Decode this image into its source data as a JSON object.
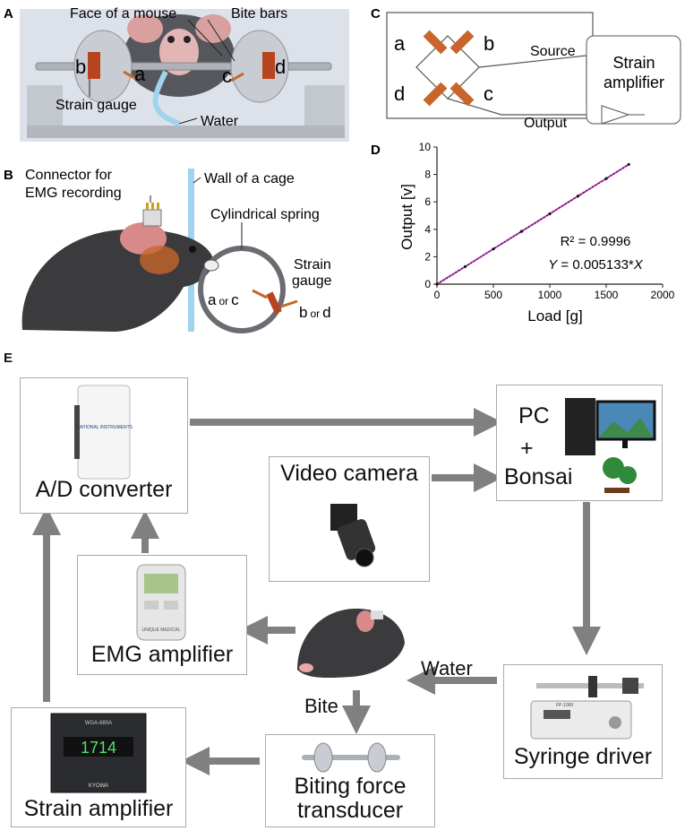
{
  "panels": {
    "a": "A",
    "b": "B",
    "c": "C",
    "d": "D",
    "e": "E"
  },
  "panel_a": {
    "face_label": "Face of a mouse",
    "bite_bars_label": "Bite bars",
    "strain_gauge_label": "Strain gauge",
    "water_label": "Water",
    "gauge_a": "a",
    "gauge_b": "b",
    "gauge_c": "c",
    "gauge_d": "d"
  },
  "panel_b": {
    "connector_line1": "Connector for",
    "connector_line2": "EMG recording",
    "wall_label": "Wall of a cage",
    "spring_label": "Cylindrical spring",
    "strain_line1": "Strain",
    "strain_line2": "gauge",
    "ac_a": "a",
    "ac_or": "or",
    "ac_c": "c",
    "bd_b": "b",
    "bd_or": "or",
    "bd_d": "d"
  },
  "panel_c": {
    "source_label": "Source",
    "output_label": "Output",
    "amp_line1": "Strain",
    "amp_line2": "amplifier",
    "gauge_a": "a",
    "gauge_b": "b",
    "gauge_c": "c",
    "gauge_d": "d"
  },
  "chart_data": {
    "type": "line",
    "xlabel": "Load [g]",
    "ylabel": "Output [v]",
    "xlim": [
      0,
      2000
    ],
    "ylim": [
      0,
      10
    ],
    "x_ticks": [
      0,
      500,
      1000,
      1500,
      2000
    ],
    "y_ticks": [
      0,
      2,
      4,
      6,
      8,
      10
    ],
    "x": [
      0,
      250,
      500,
      750,
      1000,
      1250,
      1500,
      1700
    ],
    "y": [
      0,
      1.28,
      2.57,
      3.85,
      5.13,
      6.42,
      7.7,
      8.73
    ],
    "r2_label": "R² = 0.9996",
    "eq_prefix": "Y",
    "eq_mid": " = 0.005133*",
    "eq_suffix": "X",
    "grid": false,
    "colors": {
      "fit": "#cc44cc",
      "data": "#111111"
    }
  },
  "panel_e": {
    "ad_converter": "A/D converter",
    "pc": "PC",
    "plus": "+",
    "bonsai": "Bonsai",
    "video_camera": "Video camera",
    "emg_amplifier": "EMG amplifier",
    "water": "Water",
    "bite": "Bite",
    "syringe_driver": "Syringe driver",
    "transducer_line1": "Biting force",
    "transducer_line2": "transducer",
    "strain_amplifier": "Strain amplifier",
    "ni_brand": "NATIONAL INSTRUMENTS",
    "emg_device_brand": "UNIQUE MEDICAL",
    "strain_device_model": "WGA-680A",
    "strain_device_display": "1714",
    "strain_device_brand": "KYOWA",
    "syringe_model": "FP-1000"
  },
  "colors": {
    "arrow": "#808080",
    "gauge_orange": "#c8652a",
    "gauge_red": "#b8441f",
    "mouse_dark": "#3b3b3e",
    "ear_pink": "#d88a8a",
    "water_blue": "#9fd3ee",
    "metal": "#c9ccd2"
  }
}
